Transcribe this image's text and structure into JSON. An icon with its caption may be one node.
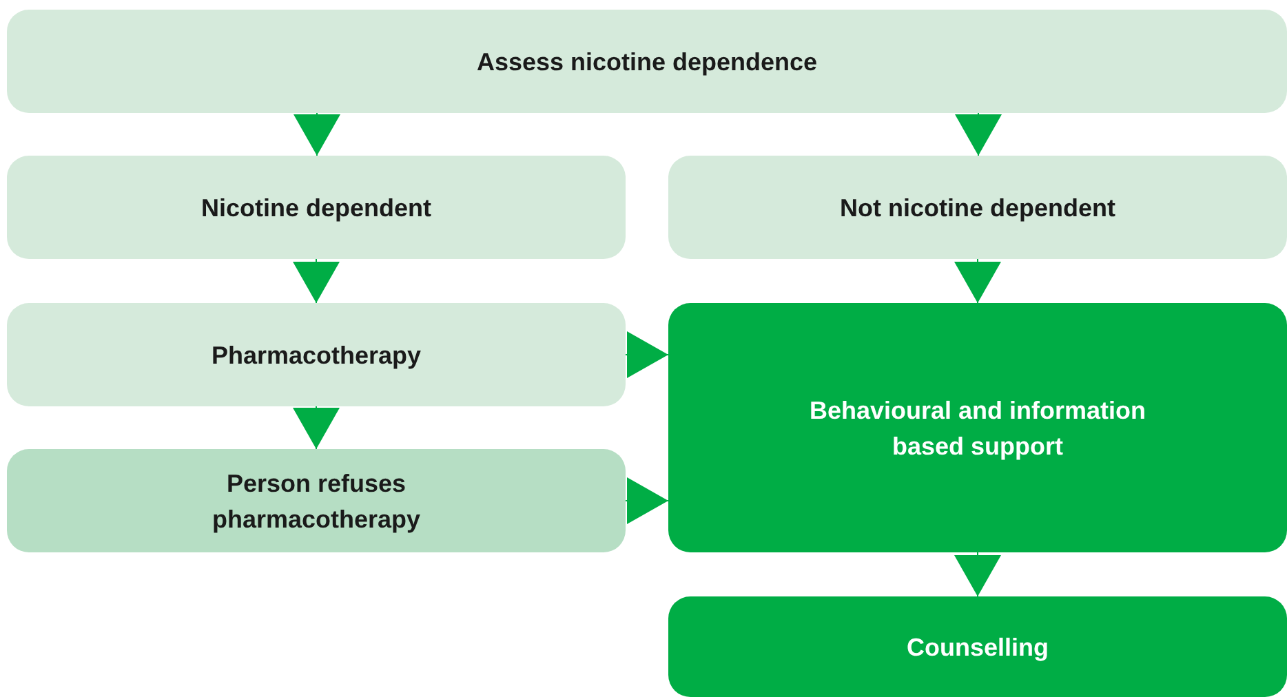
{
  "diagram": {
    "nodes": [
      {
        "text": [
          "Assess nicotine dependence"
        ]
      },
      {
        "text": [
          "Nicotine dependent"
        ]
      },
      {
        "text": [
          "Not nicotine dependent"
        ]
      },
      {
        "text": [
          "Pharmacotherapy"
        ]
      },
      {
        "text": [
          "Person refuses pharmacotherapy"
        ]
      },
      {
        "text": [
          "Behavioural and information based support"
        ]
      },
      {
        "text": [
          "Counselling"
        ]
      }
    ],
    "edges": [
      {
        "from": 0,
        "to": 1,
        "arrow": "to"
      },
      {
        "from": 0,
        "to": 2,
        "arrow": "to"
      },
      {
        "from": 1,
        "to": 3,
        "arrow": "to"
      },
      {
        "from": 2,
        "to": 5,
        "arrow": "to"
      },
      {
        "from": 3,
        "to": 5,
        "arrow": "to"
      },
      {
        "from": 3,
        "to": 4,
        "arrow": "to"
      },
      {
        "from": 4,
        "to": 5,
        "arrow": "to"
      },
      {
        "from": 5,
        "to": 6,
        "arrow": "to"
      }
    ]
  }
}
